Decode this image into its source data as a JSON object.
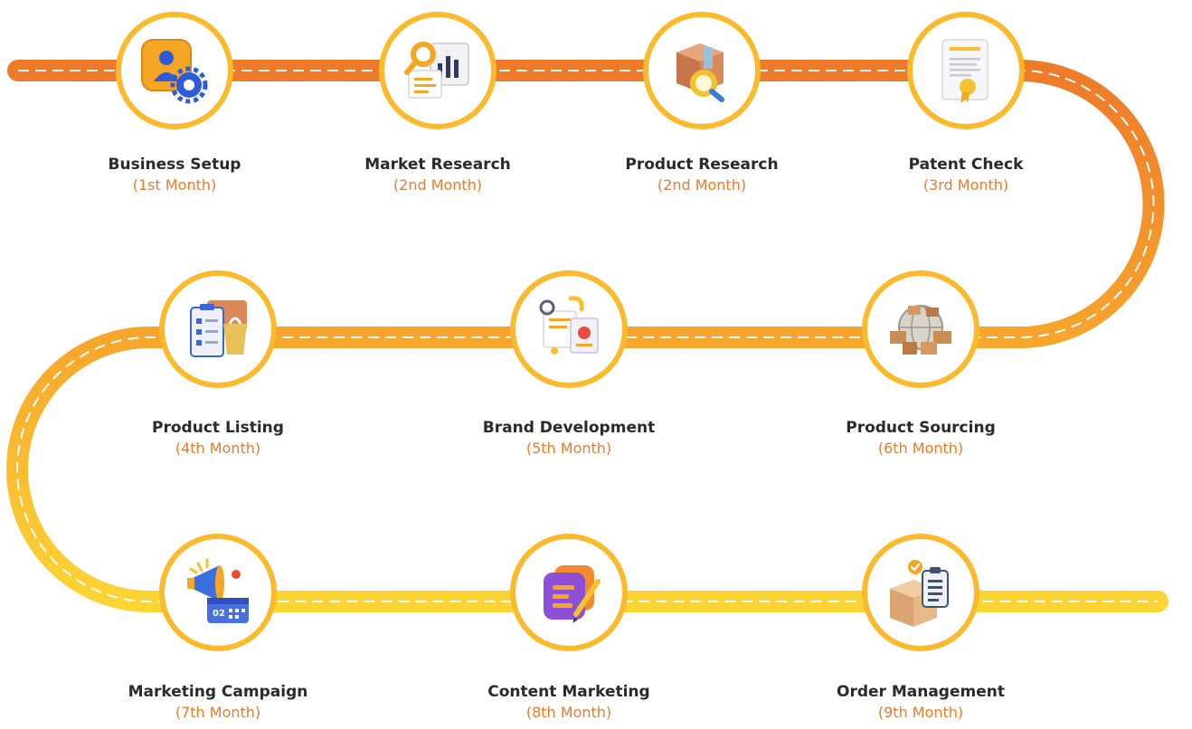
{
  "colors": {
    "road_start": "#EE7A2A",
    "road_mid": "#F7A52C",
    "road_end": "#FCD434",
    "ring": "#FBB92C",
    "dash": "#ffffff",
    "title_text": "#2a2a2a",
    "month_text": "#EE7A2A"
  },
  "steps": [
    {
      "title": "Business Setup",
      "month": "(1st Month)",
      "icon": "user-gear-icon"
    },
    {
      "title": "Market Research",
      "month": "(2nd Month)",
      "icon": "magnifier-chart-icon"
    },
    {
      "title": "Product Research",
      "month": "(2nd Month)",
      "icon": "box-search-icon"
    },
    {
      "title": "Patent Check",
      "month": "(3rd Month)",
      "icon": "certificate-icon"
    },
    {
      "title": "Product Listing",
      "month": "(4th Month)",
      "icon": "checklist-bag-icon"
    },
    {
      "title": "Brand Development",
      "month": "(5th Month)",
      "icon": "brand-collage-icon"
    },
    {
      "title": "Product Sourcing",
      "month": "(6th Month)",
      "icon": "globe-boxes-icon"
    },
    {
      "title": "Marketing Campaign",
      "month": "(7th Month)",
      "icon": "megaphone-calendar-icon"
    },
    {
      "title": "Content Marketing",
      "month": "(8th Month)",
      "icon": "notes-pen-icon"
    },
    {
      "title": "Order Management",
      "month": "(9th Month)",
      "icon": "box-clipboard-icon"
    }
  ]
}
